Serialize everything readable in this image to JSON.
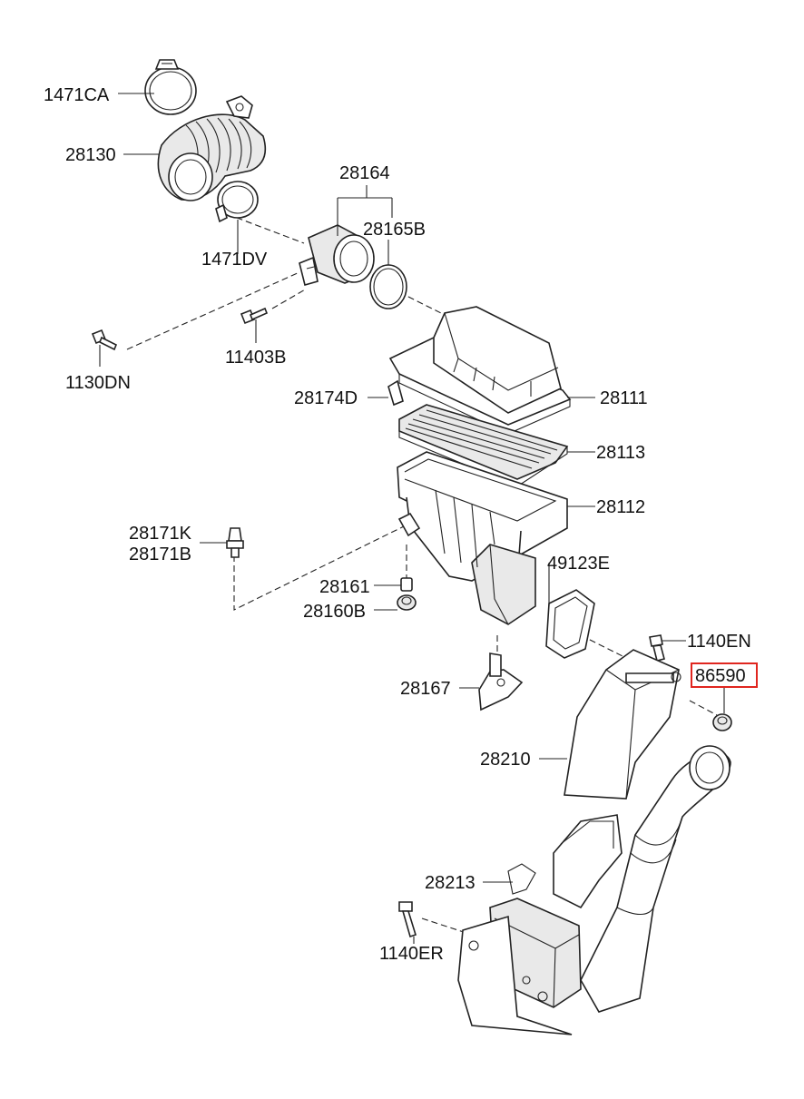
{
  "labels": {
    "p1471CA": "1471CA",
    "p28130": "28130",
    "p28164": "28164",
    "p28165B": "28165B",
    "p1471DV": "1471DV",
    "p11403B": "11403B",
    "p1130DN": "1130DN",
    "p28174D": "28174D",
    "p28111": "28111",
    "p28113": "28113",
    "p28112": "28112",
    "p28171K": "28171K",
    "p28171B": "28171B",
    "p28161": "28161",
    "p28160B": "28160B",
    "p49123E": "49123E",
    "p1140EN": "1140EN",
    "p86590": "86590",
    "p28167": "28167",
    "p28210": "28210",
    "p28213": "28213",
    "p1140ER": "1140ER"
  },
  "highlight_color": "#e0261f"
}
